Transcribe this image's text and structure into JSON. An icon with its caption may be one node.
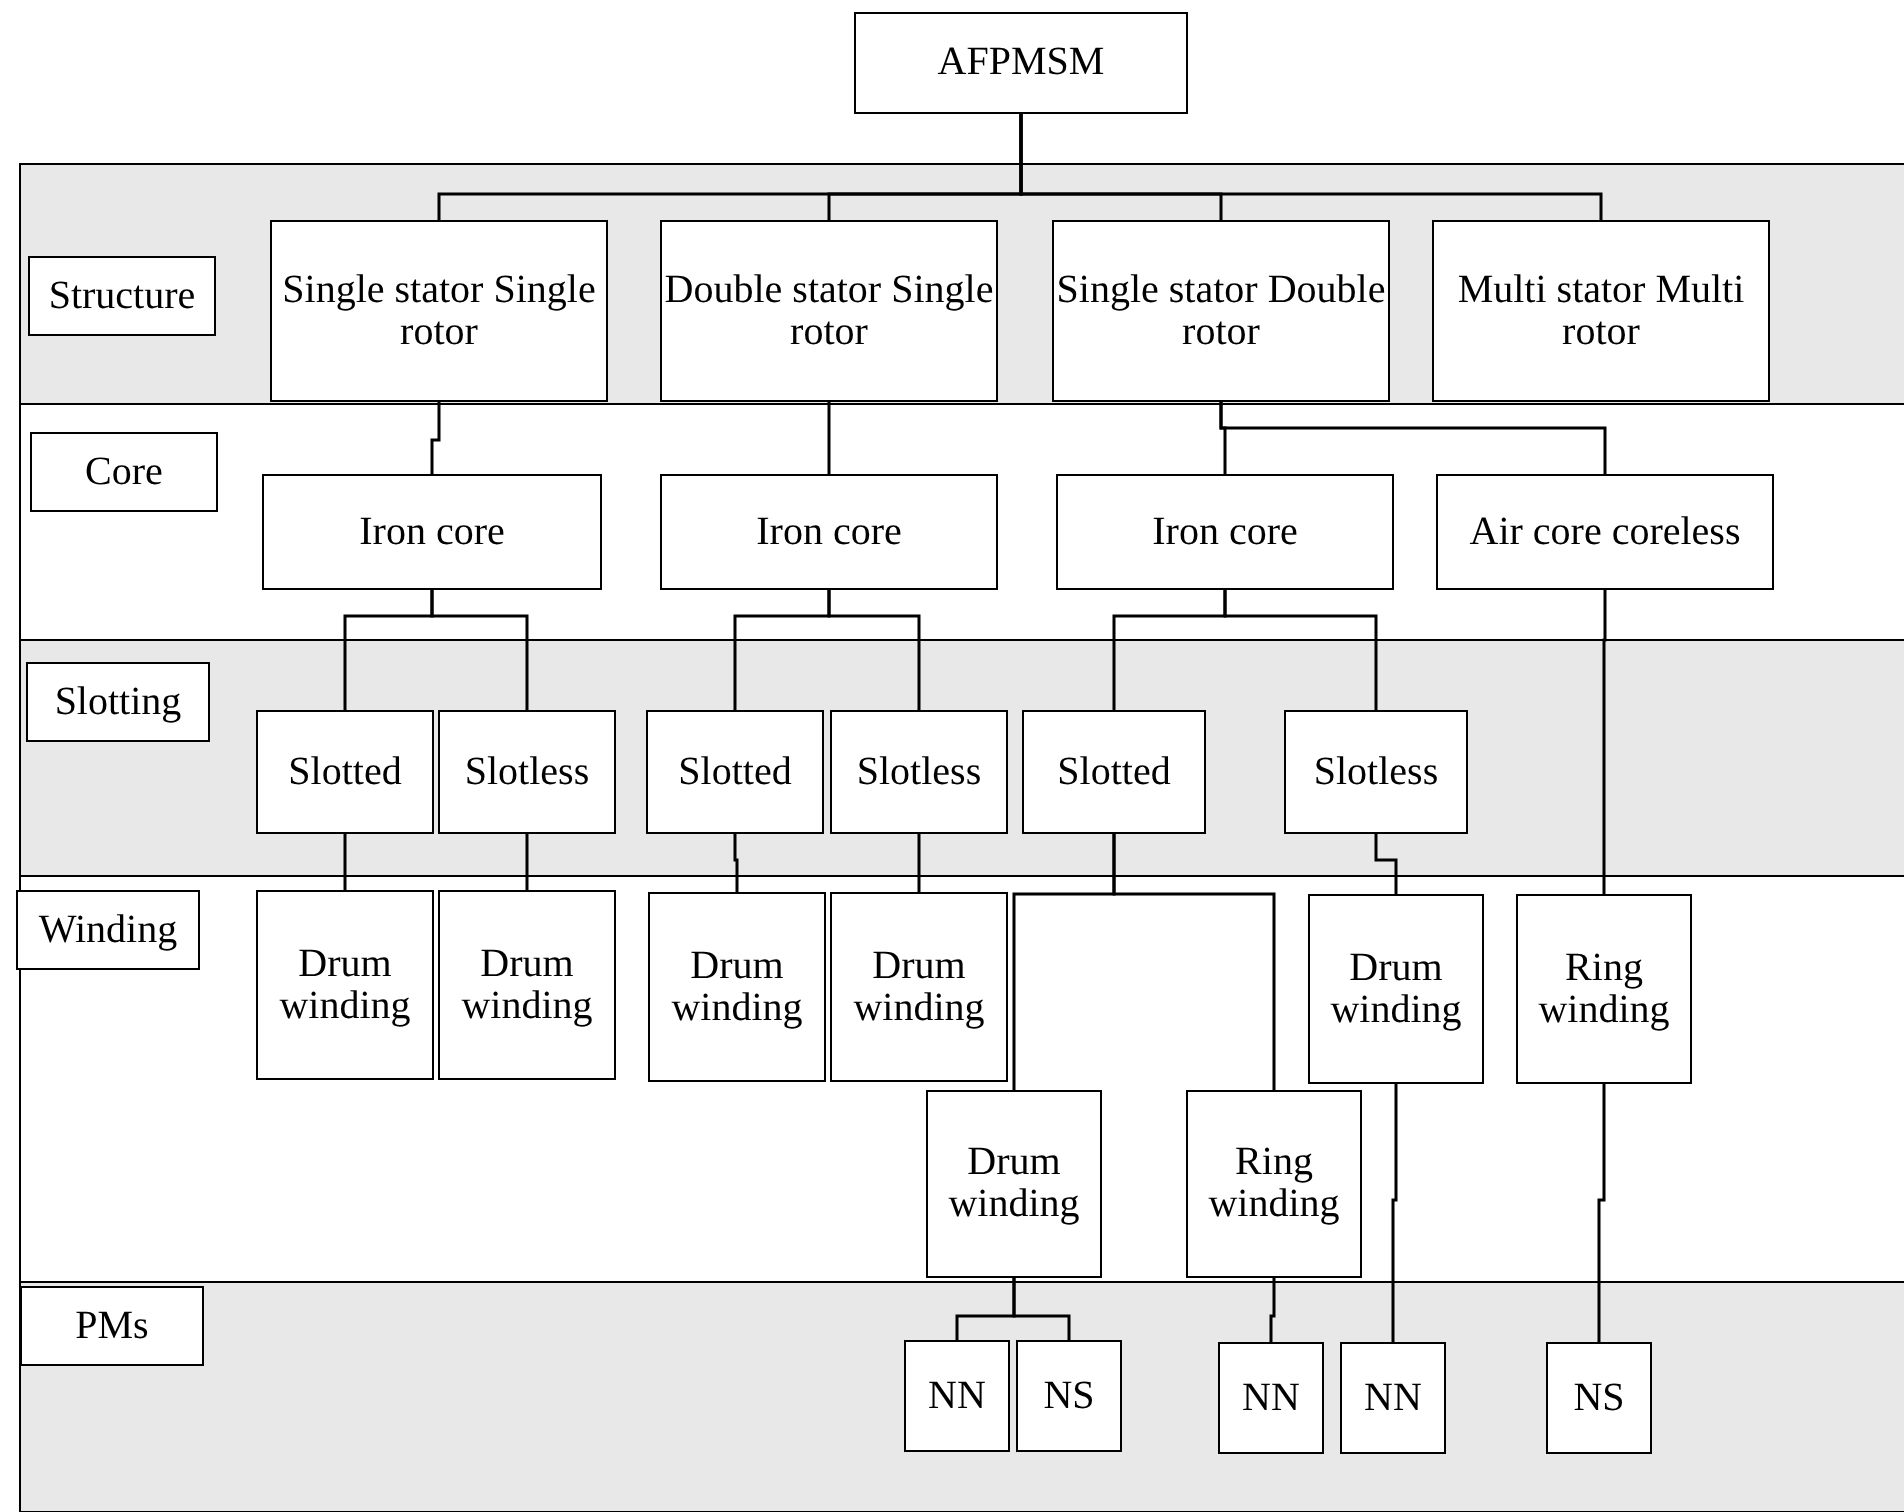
{
  "diagram": {
    "nodes": [
      {
        "text": [
          "AFPMSM"
        ]
      },
      {
        "text": [
          "Single stator Single rotor"
        ]
      },
      {
        "text": [
          "Double stator Single rotor"
        ]
      },
      {
        "text": [
          "Single stator Double rotor"
        ]
      },
      {
        "text": [
          "Multi stator Multi rotor"
        ]
      },
      {
        "text": [
          "Iron core"
        ]
      },
      {
        "text": [
          "Iron core"
        ]
      },
      {
        "text": [
          "Iron core"
        ]
      },
      {
        "text": [
          "Air core coreless"
        ]
      },
      {
        "text": [
          "Slotted"
        ]
      },
      {
        "text": [
          "Slotless"
        ]
      },
      {
        "text": [
          "Slotted"
        ]
      },
      {
        "text": [
          "Slotless"
        ]
      },
      {
        "text": [
          "Slotted"
        ]
      },
      {
        "text": [
          "Slotless"
        ]
      },
      {
        "text": [
          "Drum winding"
        ]
      },
      {
        "text": [
          "Drum winding"
        ]
      },
      {
        "text": [
          "Drum winding"
        ]
      },
      {
        "text": [
          "Drum winding"
        ]
      },
      {
        "text": [
          "Drum winding"
        ]
      },
      {
        "text": [
          "Ring winding"
        ]
      },
      {
        "text": [
          "Drum winding"
        ]
      },
      {
        "text": [
          "Ring winding"
        ]
      },
      {
        "text": [
          "NN"
        ]
      },
      {
        "text": [
          "NS"
        ]
      },
      {
        "text": [
          "NN"
        ]
      },
      {
        "text": [
          "NN"
        ]
      },
      {
        "text": [
          "NS"
        ]
      },
      {
        "text": [
          "Structure"
        ]
      },
      {
        "text": [
          "Core"
        ]
      },
      {
        "text": [
          "Slotting"
        ]
      },
      {
        "text": [
          "Winding"
        ]
      },
      {
        "text": [
          "PMs"
        ]
      }
    ],
    "edges": [
      {
        "from": 0,
        "to": 1,
        "arrow": "none"
      },
      {
        "from": 0,
        "to": 2,
        "arrow": "none"
      },
      {
        "from": 0,
        "to": 3,
        "arrow": "none"
      },
      {
        "from": 0,
        "to": 4,
        "arrow": "none"
      },
      {
        "from": 1,
        "to": 5,
        "arrow": "none"
      },
      {
        "from": 2,
        "to": 6,
        "arrow": "none"
      },
      {
        "from": 3,
        "to": 7,
        "arrow": "none"
      },
      {
        "from": 3,
        "to": 8,
        "arrow": "none"
      },
      {
        "from": 5,
        "to": 9,
        "arrow": "none"
      },
      {
        "from": 5,
        "to": 10,
        "arrow": "none"
      },
      {
        "from": 6,
        "to": 11,
        "arrow": "none"
      },
      {
        "from": 6,
        "to": 12,
        "arrow": "none"
      },
      {
        "from": 7,
        "to": 13,
        "arrow": "none"
      },
      {
        "from": 7,
        "to": 14,
        "arrow": "none"
      },
      {
        "from": 8,
        "to": 22,
        "arrow": "none"
      },
      {
        "from": 9,
        "to": 15,
        "arrow": "none"
      },
      {
        "from": 10,
        "to": 16,
        "arrow": "none"
      },
      {
        "from": 11,
        "to": 17,
        "arrow": "none"
      },
      {
        "from": 12,
        "to": 18,
        "arrow": "none"
      },
      {
        "from": 13,
        "to": 19,
        "arrow": "none"
      },
      {
        "from": 13,
        "to": 20,
        "arrow": "none"
      },
      {
        "from": 14,
        "to": 21,
        "arrow": "none"
      },
      {
        "from": 19,
        "to": 23,
        "arrow": "none"
      },
      {
        "from": 19,
        "to": 24,
        "arrow": "none"
      },
      {
        "from": 20,
        "to": 25,
        "arrow": "none"
      },
      {
        "from": 21,
        "to": 26,
        "arrow": "none"
      },
      {
        "from": 22,
        "to": 27,
        "arrow": "none"
      }
    ]
  }
}
